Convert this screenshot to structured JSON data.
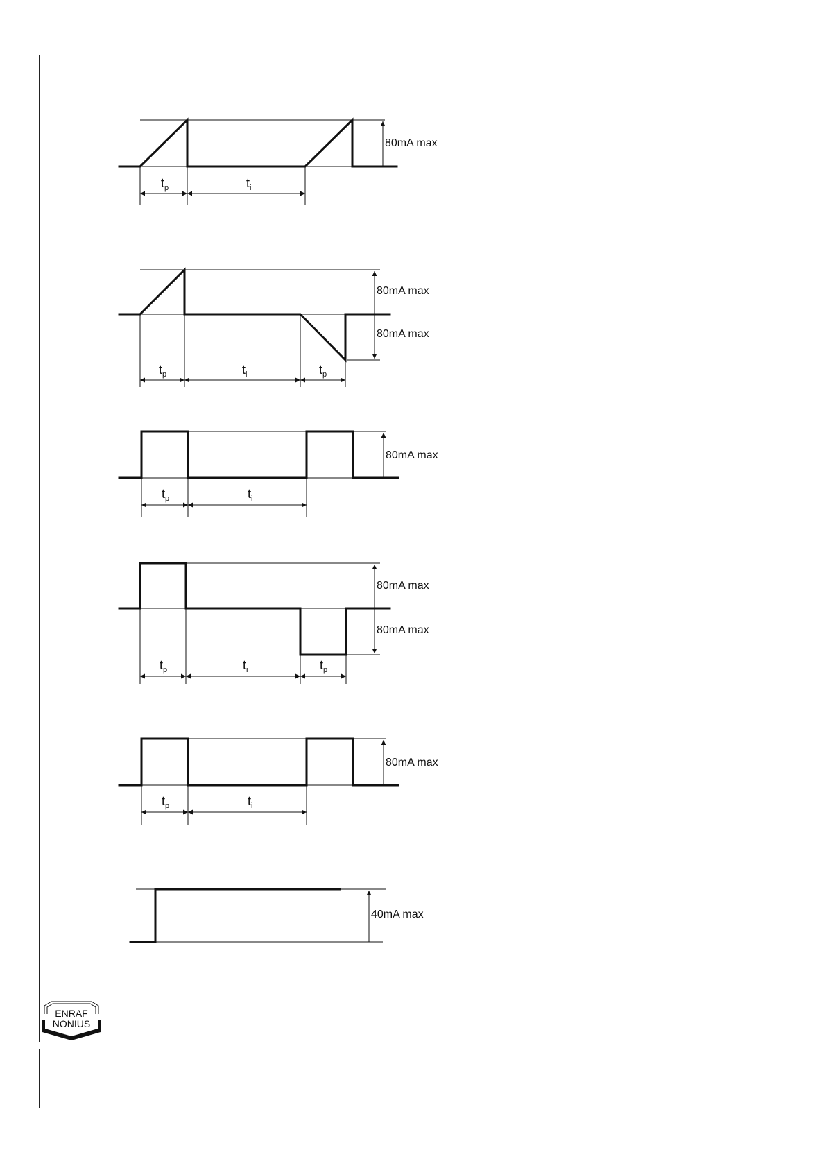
{
  "logo": {
    "line1": "ENRAF",
    "line2": "NONIUS"
  },
  "diagrams": [
    {
      "name": "sawtooth-unipolar",
      "labels": {
        "amp": "80mA max",
        "tp": "t",
        "tp_sub": "p",
        "ti": "t",
        "ti_sub": "i"
      }
    },
    {
      "name": "sawtooth-bipolar",
      "labels": {
        "amp_pos": "80mA max",
        "amp_neg": "80mA max",
        "tp": "t",
        "tp_sub": "p",
        "ti": "t",
        "ti_sub": "i",
        "tn": "t",
        "tn_sub": "p"
      }
    },
    {
      "name": "rectangular-unipolar-1",
      "labels": {
        "amp": "80mA max",
        "tp": "t",
        "tp_sub": "p",
        "ti": "t",
        "ti_sub": "i"
      }
    },
    {
      "name": "rectangular-bipolar",
      "labels": {
        "amp_pos": "80mA max",
        "amp_neg": "80mA max",
        "tp": "t",
        "tp_sub": "p",
        "ti": "t",
        "ti_sub": "i",
        "tn": "t",
        "tn_sub": "p"
      }
    },
    {
      "name": "rectangular-unipolar-2",
      "labels": {
        "amp": "80mA max",
        "tp": "t",
        "tp_sub": "p",
        "ti": "t",
        "ti_sub": "i"
      }
    },
    {
      "name": "dc-step",
      "labels": {
        "amp": "40mA max"
      }
    }
  ]
}
